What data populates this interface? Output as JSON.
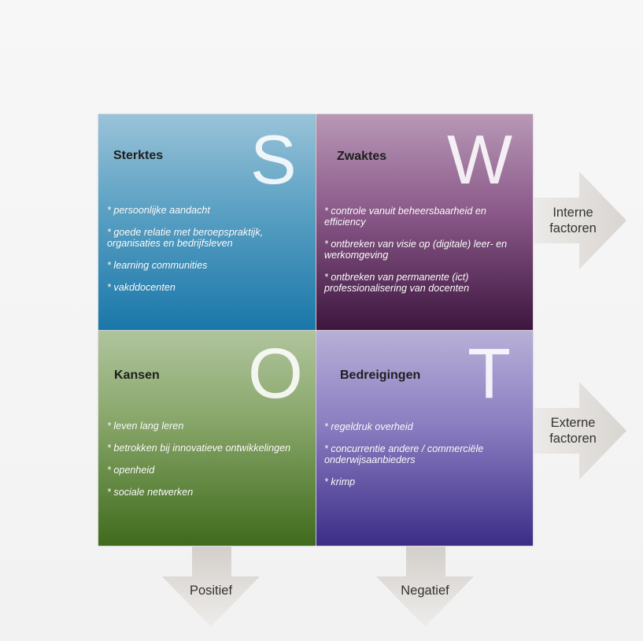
{
  "quadrants": {
    "s": {
      "letter": "S",
      "title": "Sterktes",
      "items": [
        "* persoonlijke aandacht",
        "* goede relatie met beroepspraktijk, organisaties en bedrijfsleven",
        "* learning communities",
        "* vakddocenten"
      ]
    },
    "w": {
      "letter": "W",
      "title": "Zwaktes",
      "items": [
        "* controle vanuit beheersbaarheid en efficiency",
        "* ontbreken van visie op (digitale) leer- en werkomgeving",
        "* ontbreken van permanente (ict) professionalisering van docenten"
      ]
    },
    "o": {
      "letter": "O",
      "title": "Kansen",
      "items": [
        "* leven lang leren",
        "* betrokken bij innovatieve ontwikkelingen",
        "* openheid",
        "* sociale netwerken"
      ]
    },
    "t": {
      "letter": "T",
      "title": "Bedreigingen",
      "items": [
        "* regeldruk overheid",
        "* concurrentie andere / commerciële onderwijsaanbieders",
        "* krimp"
      ]
    }
  },
  "arrows": {
    "interne": "Interne factoren",
    "externe": "Externe factoren",
    "positief": "Positief",
    "negatief": "Negatief"
  }
}
